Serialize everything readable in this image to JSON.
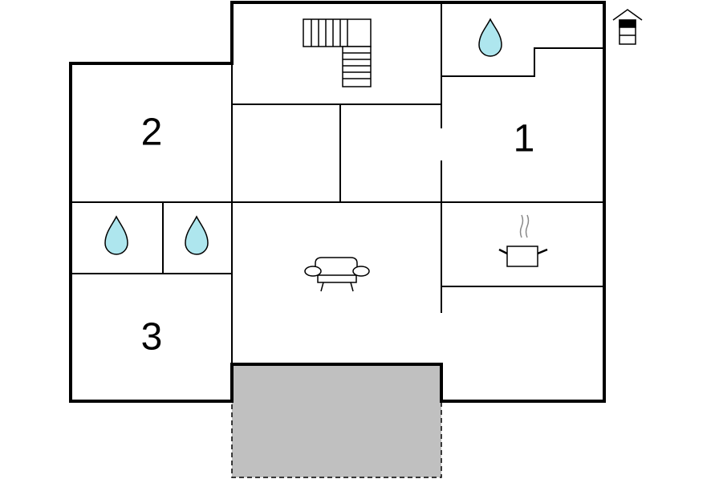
{
  "colors": {
    "wall": "#000000",
    "background": "#ffffff",
    "water": "#aee6ee",
    "terrace": "#c0c0c0"
  },
  "rooms": [
    {
      "id": "room-1",
      "label": "1",
      "type": "bedroom"
    },
    {
      "id": "room-2",
      "label": "2",
      "type": "bedroom"
    },
    {
      "id": "room-3",
      "label": "3",
      "type": "bedroom"
    }
  ],
  "icons": [
    {
      "name": "staircase-icon",
      "room": "stair-hall"
    },
    {
      "name": "water-drop-icon",
      "room": "bathroom-top-right"
    },
    {
      "name": "water-drop-icon",
      "room": "bathroom-left-a"
    },
    {
      "name": "water-drop-icon",
      "room": "bathroom-left-b"
    },
    {
      "name": "sofa-icon",
      "room": "living-room"
    },
    {
      "name": "cooking-pot-icon",
      "room": "kitchen"
    },
    {
      "name": "floor-level-house-icon",
      "room": "legend"
    }
  ],
  "terrace": {
    "name": "terrace",
    "style": "dashed"
  }
}
